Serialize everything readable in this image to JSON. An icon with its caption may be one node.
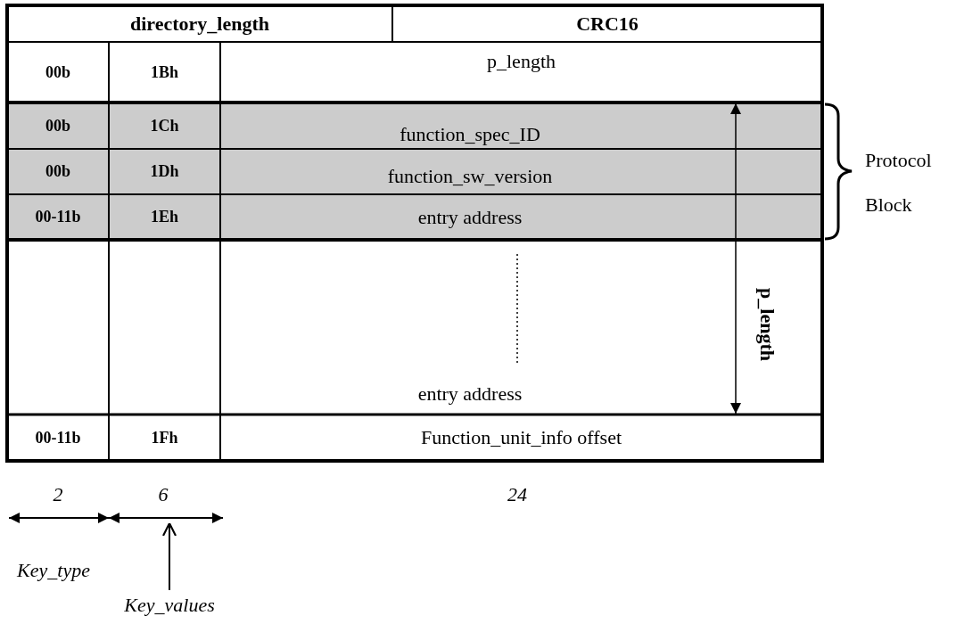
{
  "diagram": {
    "nodes": [
      {
        "text": [
          "Key_values"
        ]
      },
      {
        "text": [],
        "shape": "bar"
      }
    ],
    "edges": [
      {
        "from": 0,
        "to": 1,
        "arrow": "to"
      }
    ],
    "labels": [
      "directory_length",
      "CRC16",
      "00b",
      "1Bh",
      "p_length",
      "00b",
      "1Ch",
      "function_spec_ID",
      "00b",
      "1Dh",
      "function_sw_version",
      "00-11b",
      "1Eh",
      "entry address",
      "entry address",
      "p_length",
      "00-11b",
      "1Fh",
      "Function_unit_info offset",
      "Protocol Block",
      "2",
      "6",
      "24",
      "Key_type"
    ]
  }
}
